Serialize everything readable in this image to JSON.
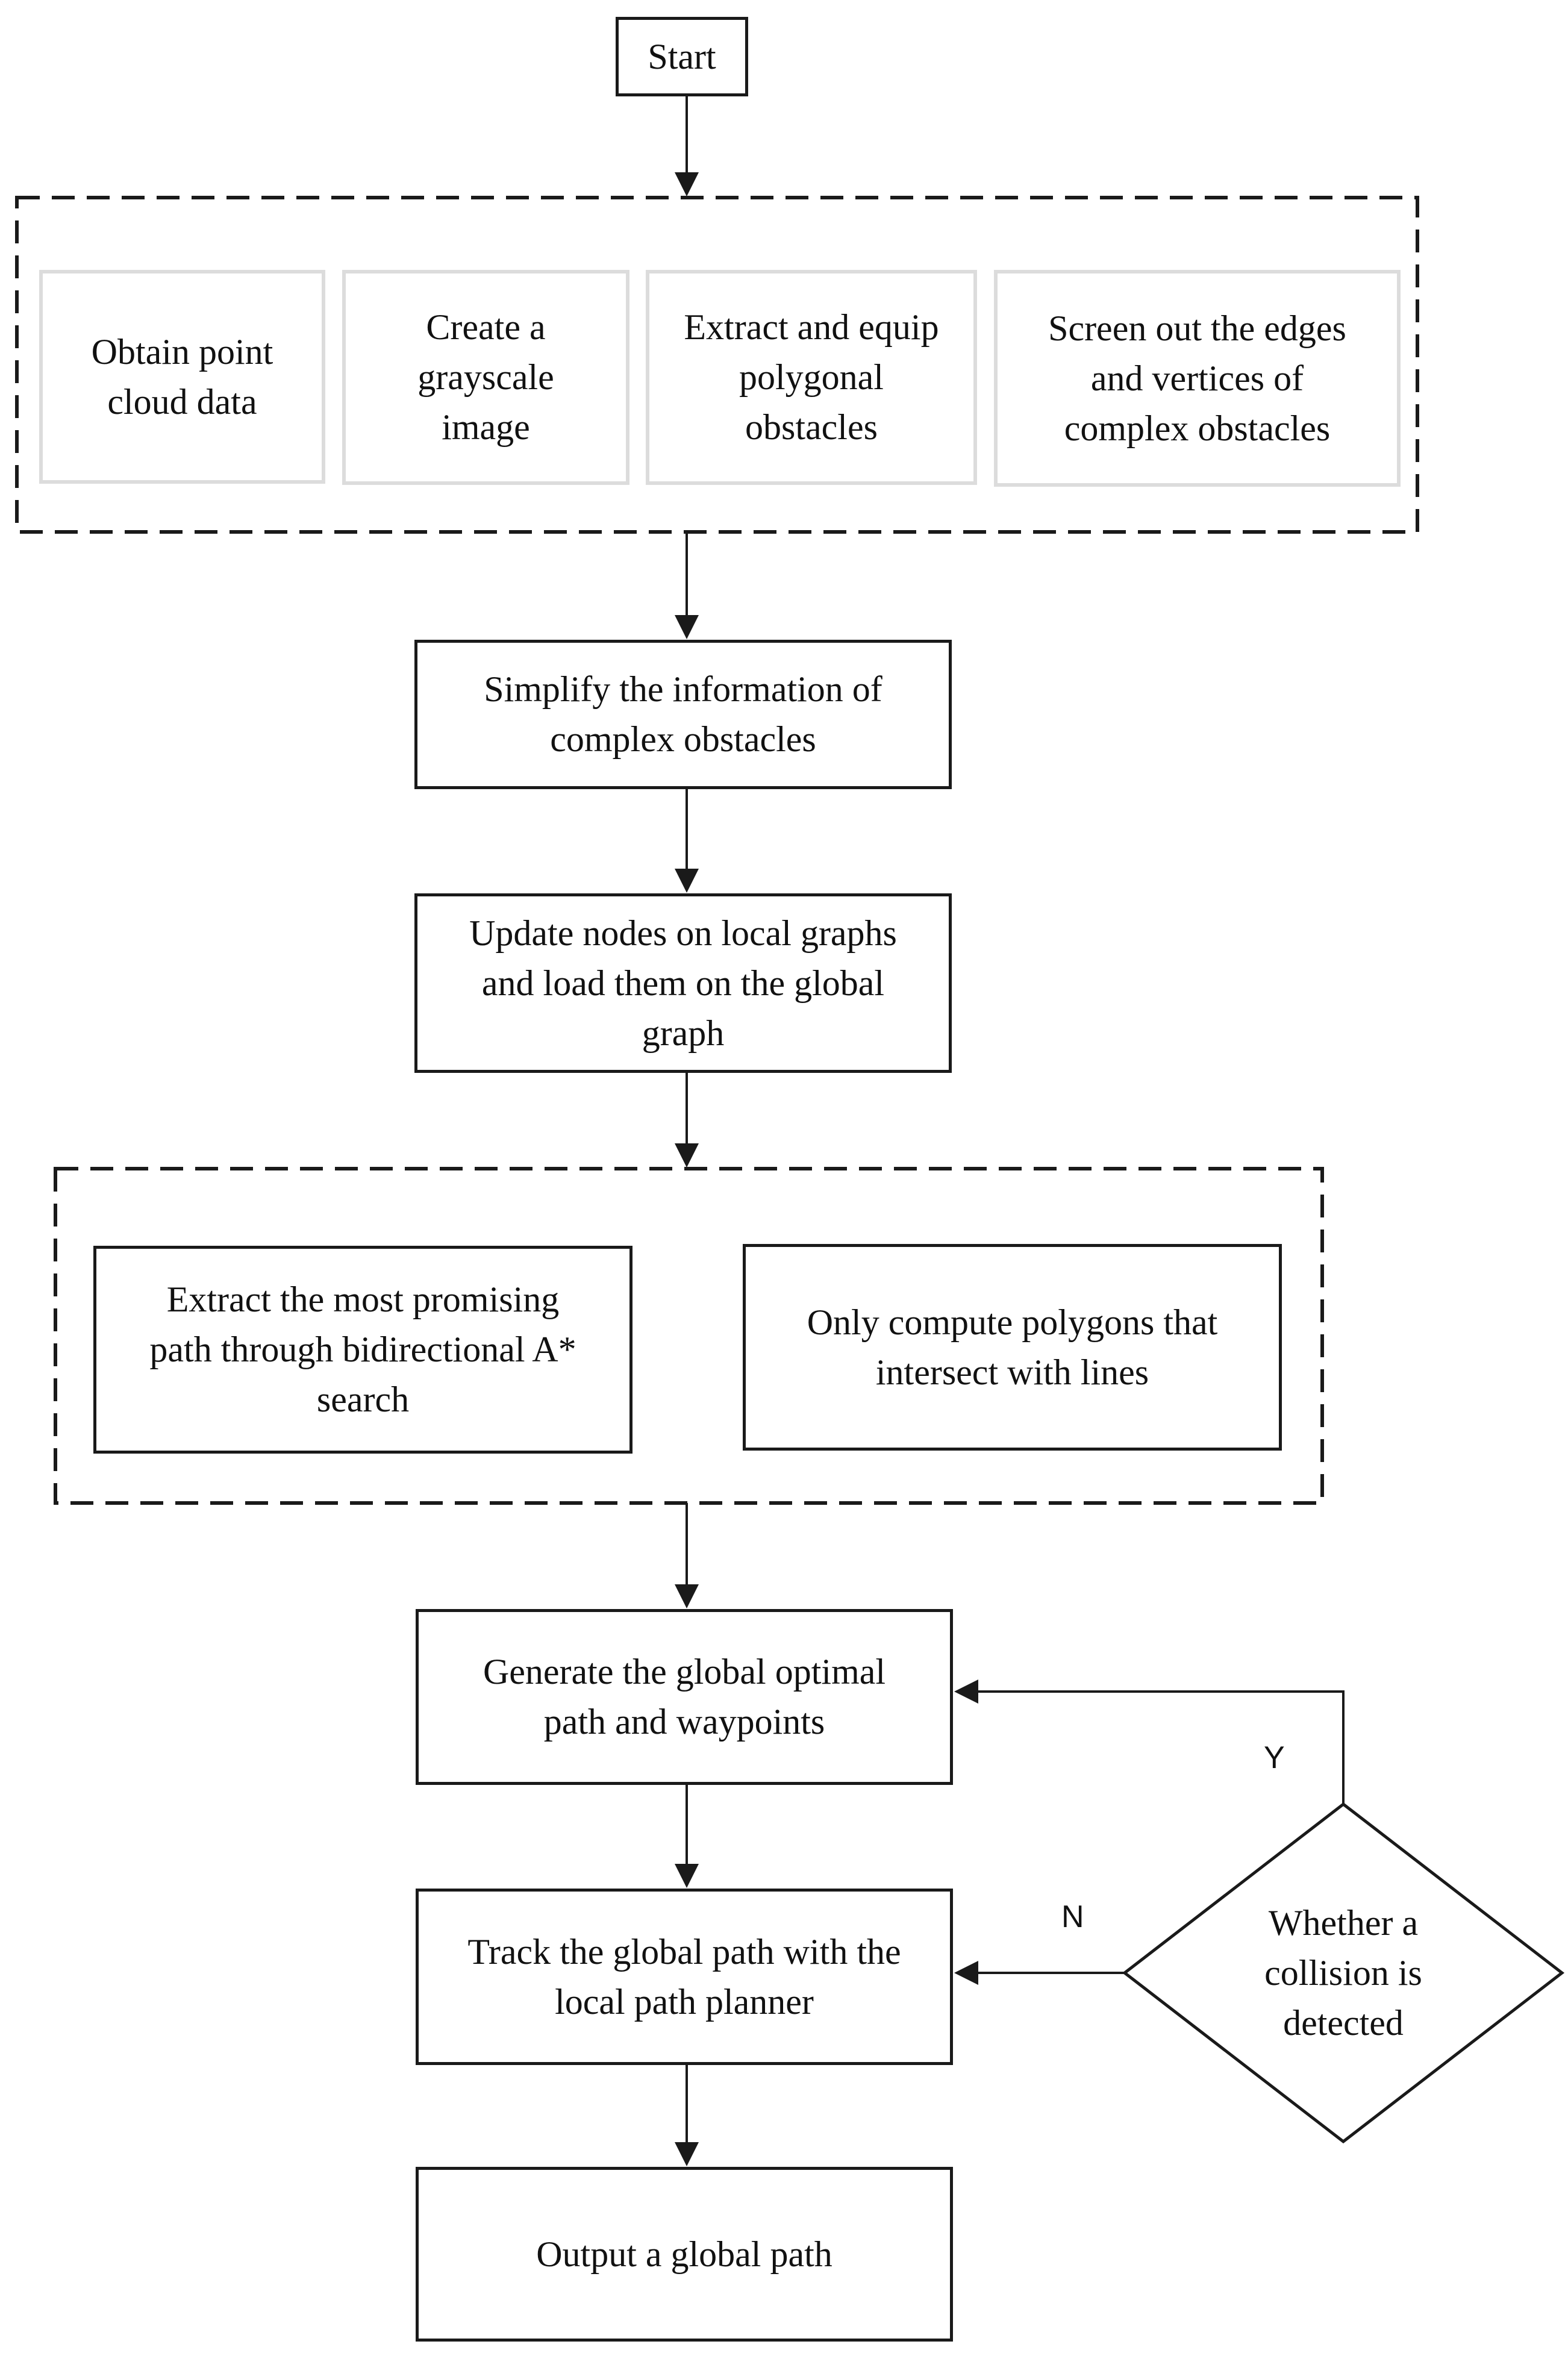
{
  "nodes": {
    "start": "Start",
    "obtain": "Obtain point\ncloud data",
    "grayscale": "Create a\ngrayscale\nimage",
    "extract_polygon": "Extract and equip\npolygonal\nobstacles",
    "screen_out": "Screen out the edges\nand vertices of\ncomplex obstacles",
    "simplify": "Simplify the information of\ncomplex obstacles",
    "update_nodes": "Update nodes on local graphs\nand load them on the global\ngraph",
    "extract_path": "Extract the most promising\npath through bidirectional A*\nsearch",
    "only_compute": "Only compute polygons that\nintersect with lines",
    "generate": "Generate the global optimal\npath and waypoints",
    "track": "Track the global path with the\nlocal path planner",
    "output": "Output a global path",
    "decision": "Whether a\ncollision is\ndetected"
  },
  "edge_labels": {
    "yes": "Y",
    "no": "N"
  },
  "colors": {
    "line": "#1a1a1a",
    "light_border": "#dcdcdc"
  }
}
